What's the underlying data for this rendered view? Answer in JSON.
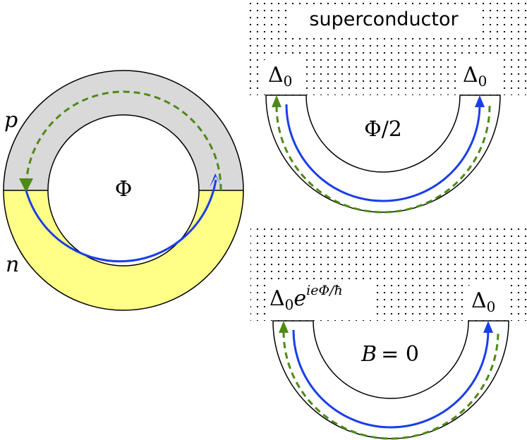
{
  "colors": {
    "p_region": "#d9d9d9",
    "n_region": "#ffff88",
    "electron_path": "#1a3ee8",
    "hole_path": "#4d8a16",
    "outline": "#000000",
    "dots": "#000000"
  },
  "labels": {
    "p": "p",
    "n": "n",
    "flux": "Φ",
    "half_flux": "Φ/2",
    "superconductor": "superconductor",
    "delta_sym": "Δ",
    "delta_sub": "0",
    "phase_base": "e",
    "phase_exp": "ieΦ/ħ",
    "b_zero_lhs": "B",
    "b_zero_rhs": "= 0"
  },
  "icons": {
    "solid_arrow": "arrowhead-icon",
    "dashed_arrow": "arrowhead-icon"
  }
}
